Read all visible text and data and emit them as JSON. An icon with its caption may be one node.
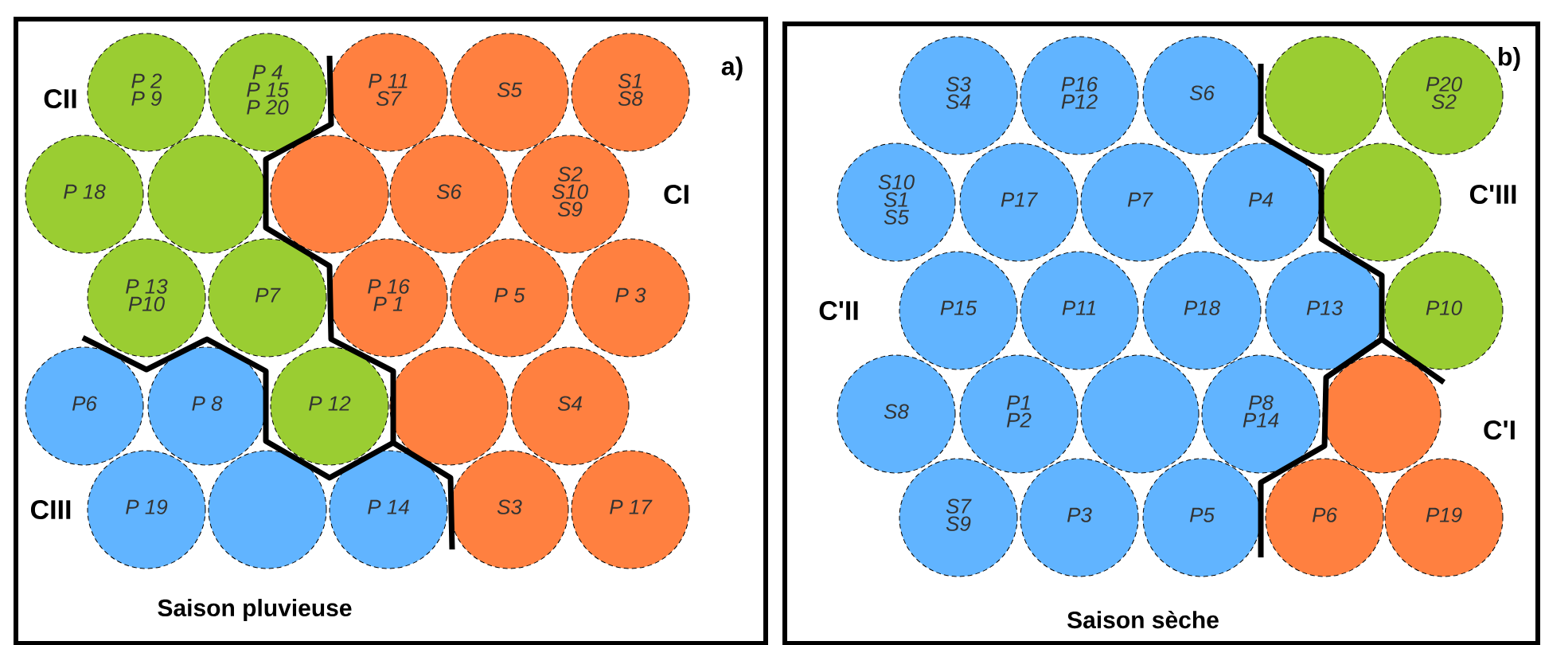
{
  "diagram": {
    "nodes": [
      {
        "text": [
          "a)",
          "Saison pluvieuse"
        ]
      },
      {
        "text": [
          "P 2",
          "P 9"
        ],
        "in": 0
      },
      {
        "text": [
          "P 4",
          "P 15",
          "P 20"
        ],
        "in": 0
      },
      {
        "text": [
          "P 11",
          "S7"
        ],
        "in": 0
      },
      {
        "text": [
          "S5"
        ],
        "in": 0
      },
      {
        "text": [
          "S1",
          "S8"
        ],
        "in": 0
      },
      {
        "text": [
          "P 18"
        ],
        "in": 0
      },
      {
        "text": [],
        "shape": "circle",
        "in": 0
      },
      {
        "text": [],
        "shape": "circle",
        "in": 0
      },
      {
        "text": [
          "S6"
        ],
        "in": 0
      },
      {
        "text": [
          "S2",
          "S10",
          "S9"
        ],
        "in": 0
      },
      {
        "text": [
          "P 13",
          "P10"
        ],
        "in": 0
      },
      {
        "text": [
          "P7"
        ],
        "in": 0
      },
      {
        "text": [
          "P 16",
          "P 1"
        ],
        "in": 0
      },
      {
        "text": [
          "P 5"
        ],
        "in": 0
      },
      {
        "text": [
          "P 3"
        ],
        "in": 0
      },
      {
        "text": [
          "P6"
        ],
        "in": 0
      },
      {
        "text": [
          "P 8"
        ],
        "in": 0
      },
      {
        "text": [
          "P 12"
        ],
        "in": 0
      },
      {
        "text": [],
        "shape": "circle",
        "in": 0
      },
      {
        "text": [
          "S4"
        ],
        "in": 0
      },
      {
        "text": [
          "P 19"
        ],
        "in": 0
      },
      {
        "text": [],
        "shape": "circle",
        "in": 0
      },
      {
        "text": [
          "P 14"
        ],
        "in": 0
      },
      {
        "text": [
          "S3"
        ],
        "in": 0
      },
      {
        "text": [
          "P 17"
        ],
        "in": 0
      },
      {
        "text": [
          "b)",
          "Saison sèche"
        ]
      },
      {
        "text": [
          "S3",
          "S4"
        ],
        "in": 26
      },
      {
        "text": [
          "P16",
          "P12"
        ],
        "in": 26
      },
      {
        "text": [
          "S6"
        ],
        "in": 26
      },
      {
        "text": [],
        "shape": "circle",
        "in": 26
      },
      {
        "text": [
          "P20",
          "S2"
        ],
        "in": 26
      },
      {
        "text": [
          "S10",
          "S1",
          "S5"
        ],
        "in": 26
      },
      {
        "text": [
          "P17"
        ],
        "in": 26
      },
      {
        "text": [
          "P7"
        ],
        "in": 26
      },
      {
        "text": [
          "P4"
        ],
        "in": 26
      },
      {
        "text": [],
        "shape": "circle",
        "in": 26
      },
      {
        "text": [
          "P15"
        ],
        "in": 26
      },
      {
        "text": [
          "P11"
        ],
        "in": 26
      },
      {
        "text": [
          "P18"
        ],
        "in": 26
      },
      {
        "text": [
          "P13"
        ],
        "in": 26
      },
      {
        "text": [
          "P10"
        ],
        "in": 26
      },
      {
        "text": [
          "S8"
        ],
        "in": 26
      },
      {
        "text": [
          "P1",
          "P2"
        ],
        "in": 26
      },
      {
        "text": [],
        "shape": "circle",
        "in": 26
      },
      {
        "text": [
          "P8",
          "P14"
        ],
        "in": 26
      },
      {
        "text": [],
        "shape": "circle",
        "in": 26
      },
      {
        "text": [
          "S7",
          "S9"
        ],
        "in": 26
      },
      {
        "text": [
          "P3"
        ],
        "in": 26
      },
      {
        "text": [
          "P5"
        ],
        "in": 26
      },
      {
        "text": [
          "P6"
        ],
        "in": 26
      },
      {
        "text": [
          "P19"
        ],
        "in": 26
      }
    ],
    "labels": [
      "CII",
      "CI",
      "CIII",
      "C'III",
      "C'II",
      "C'I"
    ]
  }
}
